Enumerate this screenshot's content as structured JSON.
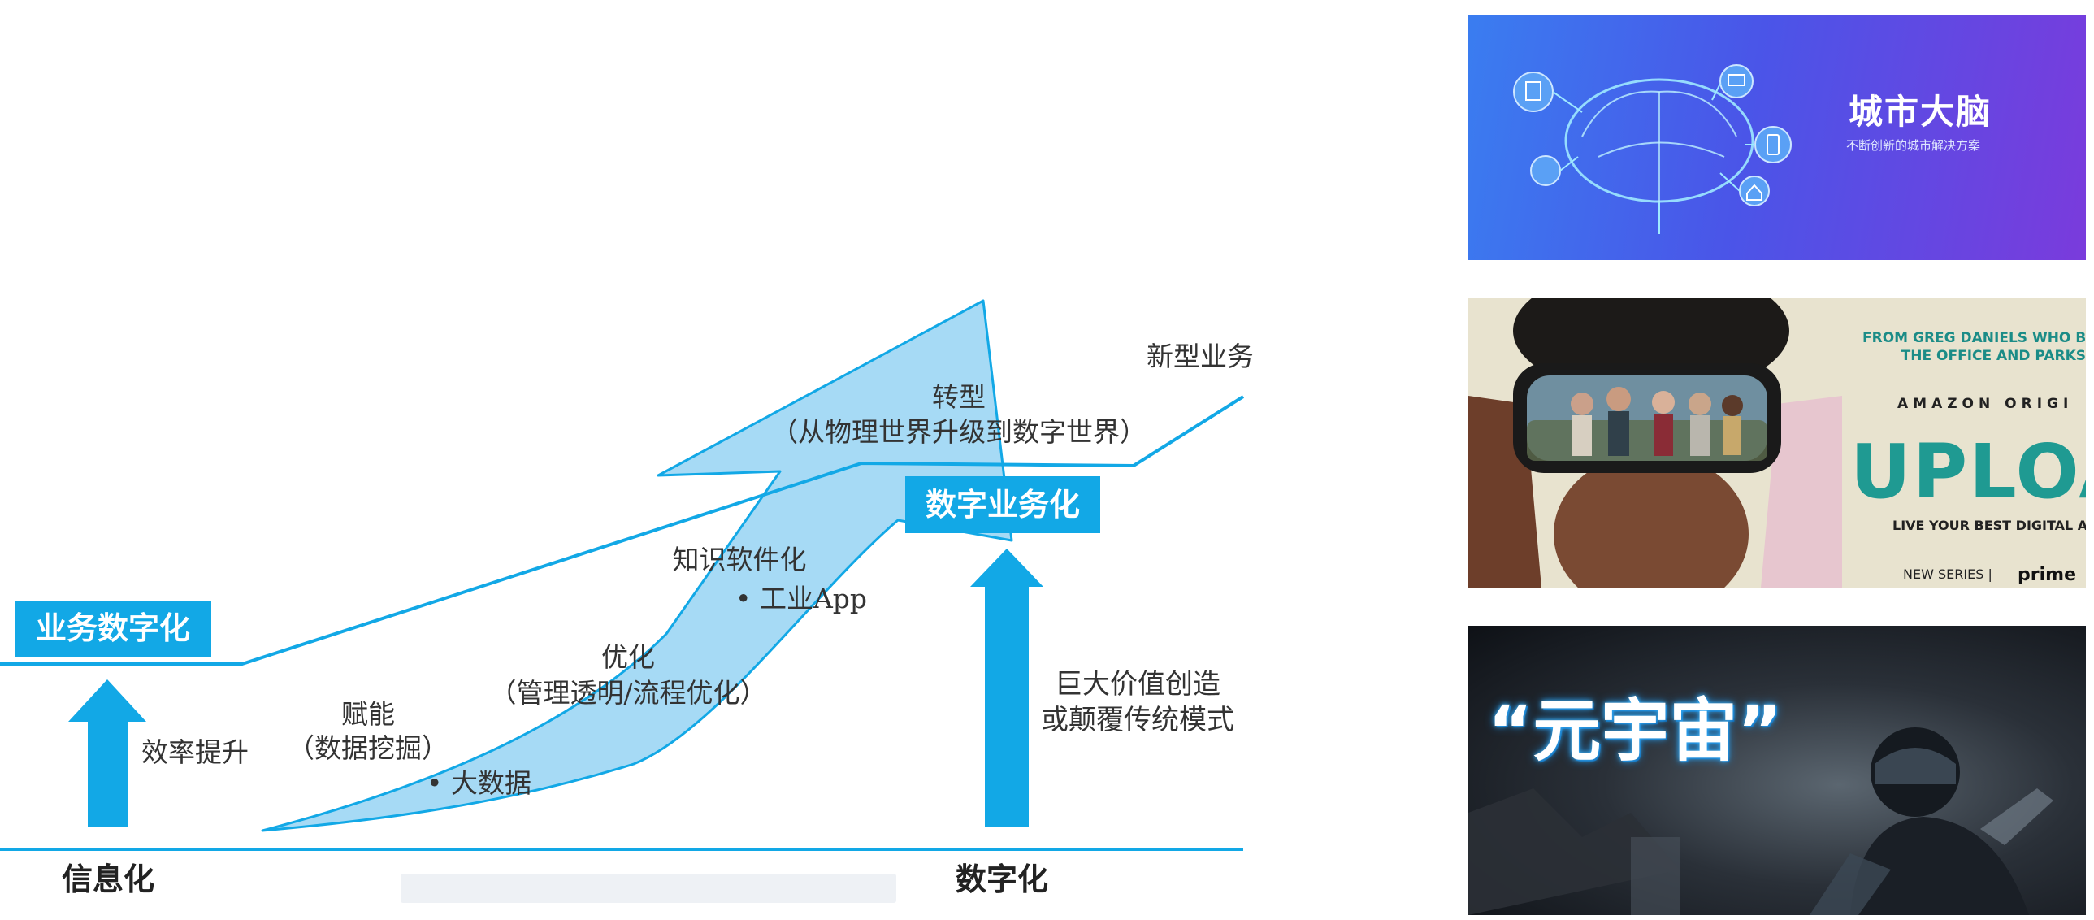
{
  "diagram": {
    "left_box": "业务数字化",
    "right_box": "数字业务化",
    "axis_left": "信息化",
    "axis_right": "数字化",
    "efficiency": "效率提升",
    "empower_title": "赋能",
    "empower_sub": "（数据挖掘）",
    "bigdata": "• 大数据",
    "optimize_title": "优化",
    "optimize_sub": "（管理透明/流程优化）",
    "knowledge": "知识软件化",
    "industrial_app": "• 工业App",
    "transform_title": "转型",
    "transform_sub": "（从物理世界升级到数字世界）",
    "new_business": "新型业务",
    "value_line1": "巨大价值创造",
    "value_line2": "或颠覆传统模式"
  },
  "panels": {
    "city_brain": {
      "title": "城市大脑",
      "subtitle": "不断创新的城市解决方案"
    },
    "upload": {
      "from_line1": "FROM GREG DANIELS WHO B",
      "from_line2": "THE OFFICE AND PARKS",
      "amazon": "AMAZON ORIGI",
      "title": "UPLOA",
      "tagline": "LIVE YOUR BEST DIGITAL A",
      "new_series": "NEW SERIES |",
      "prime": "prime"
    },
    "metaverse": {
      "title": "“元宇宙”"
    }
  },
  "colors": {
    "accent": "#12a8e6",
    "light_fill": "#a6daf5",
    "text": "#333333"
  }
}
